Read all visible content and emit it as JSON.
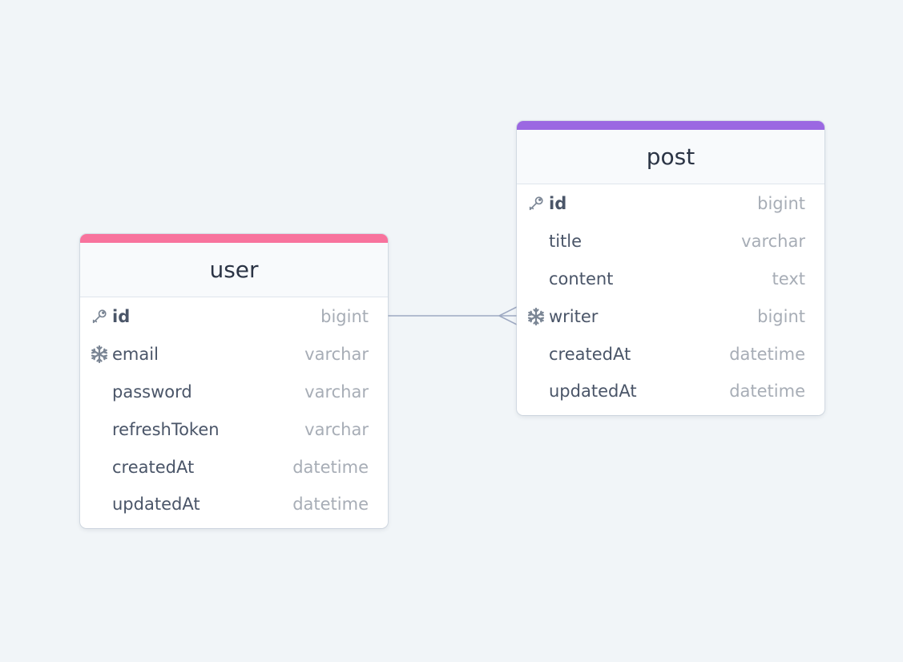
{
  "tables": {
    "user": {
      "name": "user",
      "accent": "#f8739d",
      "fields": [
        {
          "name": "id",
          "type": "bigint",
          "icon": "key-icon",
          "pk": true
        },
        {
          "name": "email",
          "type": "varchar",
          "icon": "snowflake-icon",
          "pk": false
        },
        {
          "name": "password",
          "type": "varchar",
          "icon": "",
          "pk": false
        },
        {
          "name": "refreshToken",
          "type": "varchar",
          "icon": "",
          "pk": false
        },
        {
          "name": "createdAt",
          "type": "datetime",
          "icon": "",
          "pk": false
        },
        {
          "name": "updatedAt",
          "type": "datetime",
          "icon": "",
          "pk": false
        }
      ]
    },
    "post": {
      "name": "post",
      "accent": "#9b68e2",
      "fields": [
        {
          "name": "id",
          "type": "bigint",
          "icon": "key-icon",
          "pk": true
        },
        {
          "name": "title",
          "type": "varchar",
          "icon": "",
          "pk": false
        },
        {
          "name": "content",
          "type": "text",
          "icon": "",
          "pk": false
        },
        {
          "name": "writer",
          "type": "bigint",
          "icon": "snowflake-icon",
          "pk": false
        },
        {
          "name": "createdAt",
          "type": "datetime",
          "icon": "",
          "pk": false
        },
        {
          "name": "updatedAt",
          "type": "datetime",
          "icon": "",
          "pk": false
        }
      ]
    }
  },
  "relationship": {
    "from": "user.id",
    "to": "post.writer",
    "cardinality": "one-to-many",
    "line_color": "#9ea9c2"
  }
}
